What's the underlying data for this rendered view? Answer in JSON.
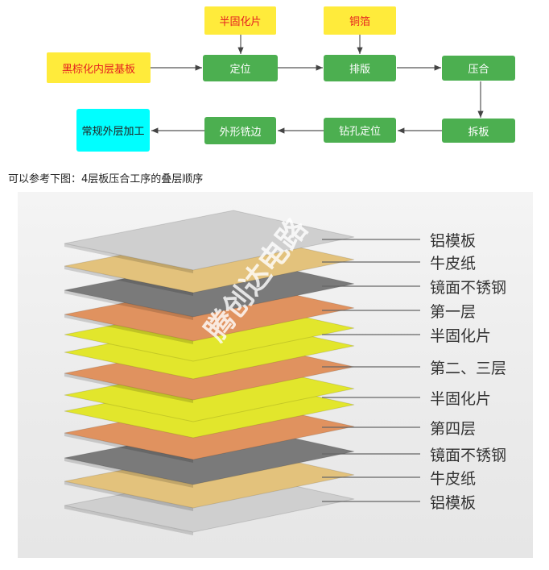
{
  "flow": {
    "prepreg": "半固化片",
    "copper_foil": "铜箔",
    "inner_core": "黑棕化内层基板",
    "positioning": "定位",
    "layup": "排版",
    "lamination": "压合",
    "breakdown": "拆板",
    "drill_position": "钻孔定位",
    "profile_routing": "外形铣边",
    "outer_process": "常规外层加工"
  },
  "caption": "可以参考下图：4层板压合工序的叠层顺序",
  "stack": {
    "watermark": "腾创达电路",
    "labels": [
      "铝模板",
      "牛皮纸",
      "镜面不锈钢",
      "第一层",
      "半固化片",
      "第二、三层",
      "半固化片",
      "第四层",
      "镜面不锈钢",
      "牛皮纸",
      "铝模板"
    ],
    "colors": {
      "aluminum": "#cfcfcf",
      "kraft": "#e3c27c",
      "steel": "#7a7a7a",
      "copper": "#e0925f",
      "prepreg": "#e2e62c"
    }
  }
}
